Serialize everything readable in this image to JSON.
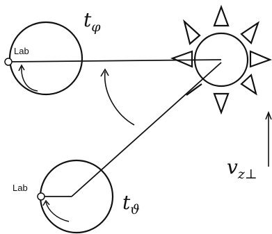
{
  "diagram": {
    "top_lab_label": "Lab",
    "bottom_lab_label": "Lab",
    "t_phi": {
      "base": "t",
      "sub": "φ"
    },
    "t_theta": {
      "base": "t",
      "sub": "ϑ"
    },
    "v_label": {
      "base": "v",
      "sub": "z⊥"
    }
  }
}
